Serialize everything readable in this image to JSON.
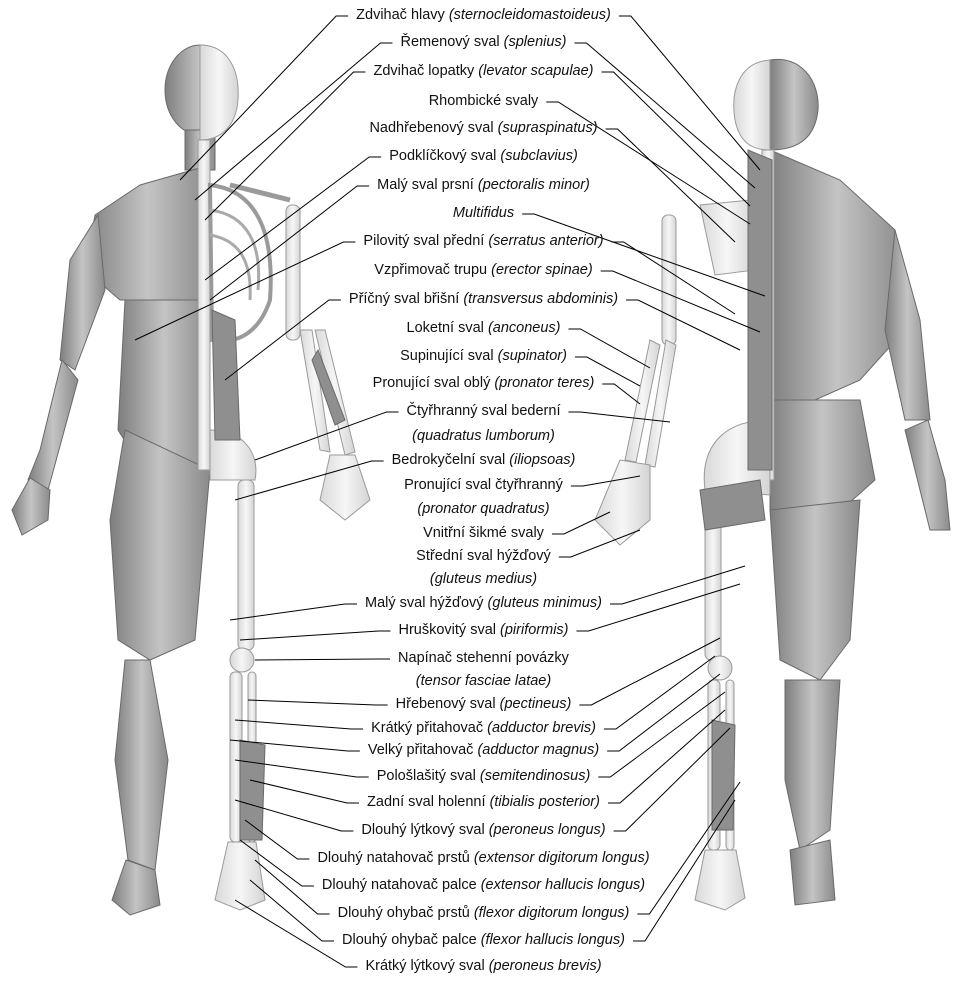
{
  "labels": [
    {
      "main": "Zdvihač hlavy",
      "latin": "(sternocleidomastoideus)"
    },
    {
      "main": "Řemenový sval",
      "latin": "(splenius)"
    },
    {
      "main": "Zdvihač lopatky",
      "latin": "(levator scapulae)"
    },
    {
      "main": "Rhombické svaly",
      "latin": ""
    },
    {
      "main": "Nadhřebenový sval",
      "latin": "(supraspinatus)"
    },
    {
      "main": "Podklíčkový sval",
      "latin": "(subclavius)"
    },
    {
      "main": "Malý sval prsní",
      "latin": "(pectoralis minor)"
    },
    {
      "main": "",
      "latin": "Multifidus"
    },
    {
      "main": "Pilovitý sval přední",
      "latin": "(serratus anterior)"
    },
    {
      "main": "Vzpřimovač trupu",
      "latin": "(erector spinae)"
    },
    {
      "main": "Příčný sval břišní",
      "latin": "(transversus abdominis)"
    },
    {
      "main": "Loketní sval",
      "latin": "(anconeus)"
    },
    {
      "main": "Supinující sval",
      "latin": "(supinator)"
    },
    {
      "main": "Pronující sval oblý",
      "latin": "(pronator teres)"
    },
    {
      "main": "Čtyřhranný sval bederní",
      "latin": ""
    },
    {
      "main": "",
      "latin": "(quadratus lumborum)"
    },
    {
      "main": "Bedrokyčelní sval",
      "latin": "(iliopsoas)"
    },
    {
      "main": "Pronující sval čtyřhranný",
      "latin": ""
    },
    {
      "main": "",
      "latin": "(pronator quadratus)"
    },
    {
      "main": "Vnitřní šikmé svaly",
      "latin": ""
    },
    {
      "main": "Střední sval hýžďový",
      "latin": ""
    },
    {
      "main": "",
      "latin": "(gluteus medius)"
    },
    {
      "main": "Malý sval hýžďový",
      "latin": "(gluteus minimus)"
    },
    {
      "main": "Hruškovitý sval",
      "latin": "(piriformis)"
    },
    {
      "main": "Napínač stehenní povázky",
      "latin": ""
    },
    {
      "main": "",
      "latin": "(tensor fasciae latae)"
    },
    {
      "main": "Hřebenový sval",
      "latin": "(pectineus)"
    },
    {
      "main": "Krátký přitahovač",
      "latin": "(adductor brevis)"
    },
    {
      "main": "Velký přitahovač",
      "latin": "(adductor magnus)"
    },
    {
      "main": "Pološlašitý sval",
      "latin": "(semitendinosus)"
    },
    {
      "main": "Zadní sval holenní",
      "latin": "(tibialis posterior)"
    },
    {
      "main": "Dlouhý lýtkový sval",
      "latin": "(peroneus longus)"
    },
    {
      "main": "Dlouhý natahovač prstů",
      "latin": "(extensor digitorum longus)"
    },
    {
      "main": "Dlouhý natahovač palce",
      "latin": "(extensor hallucis longus)"
    },
    {
      "main": "Dlouhý ohybač prstů",
      "latin": "(flexor digitorum longus)"
    },
    {
      "main": "Dlouhý ohybač palce",
      "latin": "(flexor hallucis longus)"
    },
    {
      "main": "Krátký lýtkový sval",
      "latin": "(peroneus brevis)"
    }
  ],
  "colors": {
    "muscle_dark": "#8c8c8c",
    "muscle_light": "#c9c9c9",
    "bone": "#ececec",
    "leader": "#000000"
  }
}
